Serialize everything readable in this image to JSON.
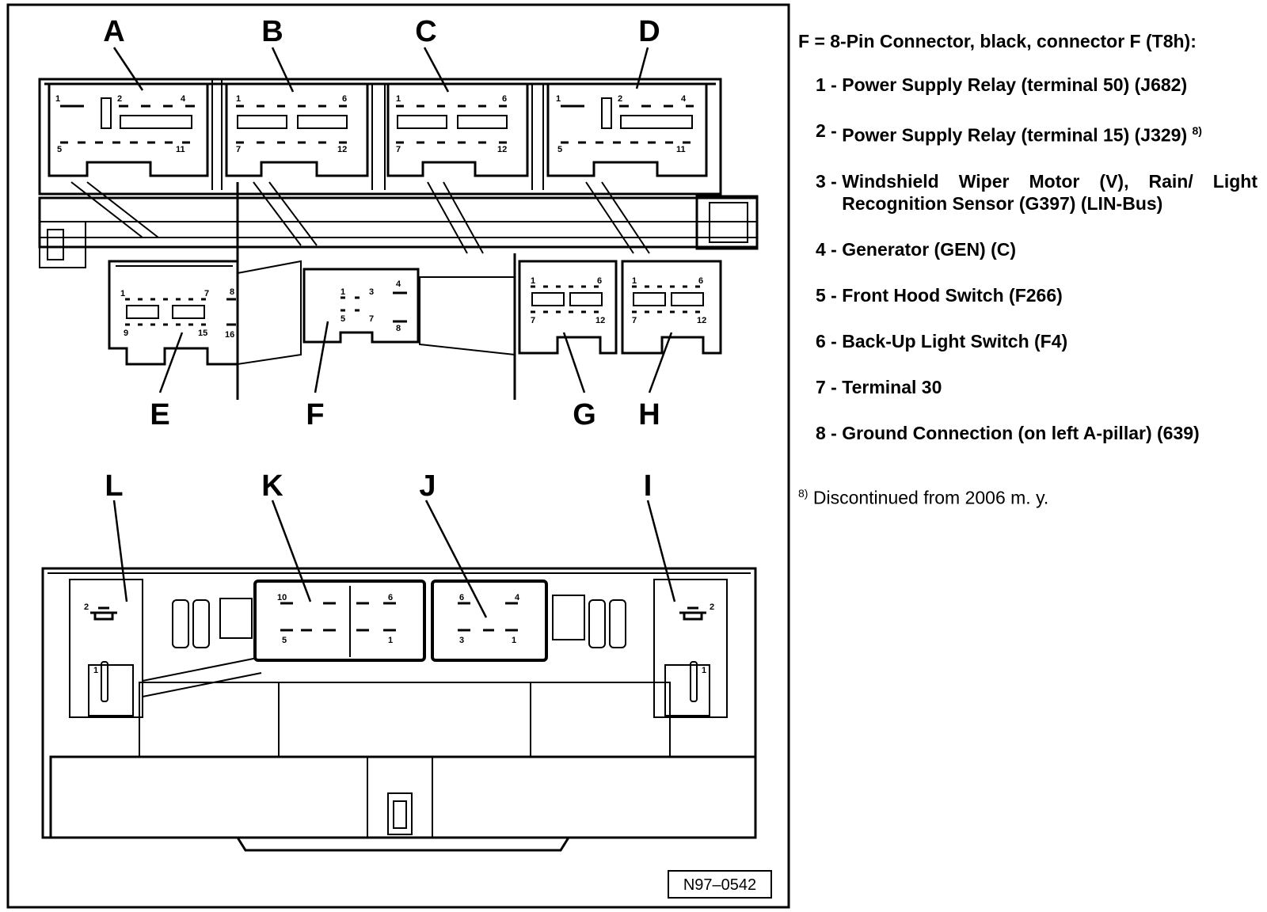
{
  "diagram": {
    "connectors_top": [
      {
        "letter": "A",
        "pins": [
          "1",
          "2",
          "4",
          "5",
          "11"
        ]
      },
      {
        "letter": "B",
        "pins": [
          "1",
          "6",
          "7",
          "12"
        ]
      },
      {
        "letter": "C",
        "pins": [
          "1",
          "6",
          "7",
          "12"
        ]
      },
      {
        "letter": "D",
        "pins": [
          "1",
          "2",
          "4",
          "5",
          "11"
        ]
      }
    ],
    "connectors_middle": [
      {
        "letter": "E",
        "pins": [
          "1",
          "7",
          "8",
          "9",
          "15",
          "16"
        ]
      },
      {
        "letter": "F",
        "pins": [
          "1",
          "3",
          "4",
          "5",
          "7",
          "8"
        ]
      },
      {
        "letter": "G",
        "pins": [
          "1",
          "6",
          "7",
          "12"
        ]
      },
      {
        "letter": "H",
        "pins": [
          "1",
          "6",
          "7",
          "12"
        ]
      }
    ],
    "connectors_bottom": [
      {
        "letter": "L",
        "pins": [
          "2",
          "1"
        ]
      },
      {
        "letter": "K",
        "pins": [
          "10",
          "6",
          "5",
          "1"
        ]
      },
      {
        "letter": "J",
        "pins": [
          "6",
          "4",
          "3",
          "1"
        ]
      },
      {
        "letter": "I",
        "pins": [
          "2",
          "1"
        ]
      }
    ],
    "figure_code": "N97–0542"
  },
  "legend": {
    "heading": "F = 8-Pin Connector, black, connector F (T8h):",
    "items": [
      {
        "num": "1 - ",
        "text": "Power Supply Relay (terminal 50) (J682)",
        "note": ""
      },
      {
        "num": "2 - ",
        "text": "Power Supply Relay (terminal 15) (J329)",
        "note": "8)"
      },
      {
        "num": "3 - ",
        "text": "Windshield Wiper Motor (V), Rain/ Light Recognition Sensor (G397) (LIN-Bus)",
        "note": ""
      },
      {
        "num": "4 - ",
        "text": "Generator (GEN) (C)",
        "note": ""
      },
      {
        "num": "5 - ",
        "text": "Front Hood Switch (F266)",
        "note": ""
      },
      {
        "num": "6 - ",
        "text": "Back-Up Light Switch (F4)",
        "note": ""
      },
      {
        "num": "7 - ",
        "text": "Terminal 30",
        "note": ""
      },
      {
        "num": "8 - ",
        "text": "Ground Connection (on left A-pillar) (639)",
        "note": ""
      }
    ],
    "footnote_mark": "8)",
    "footnote_text": " Discontinued from 2006 m. y."
  }
}
